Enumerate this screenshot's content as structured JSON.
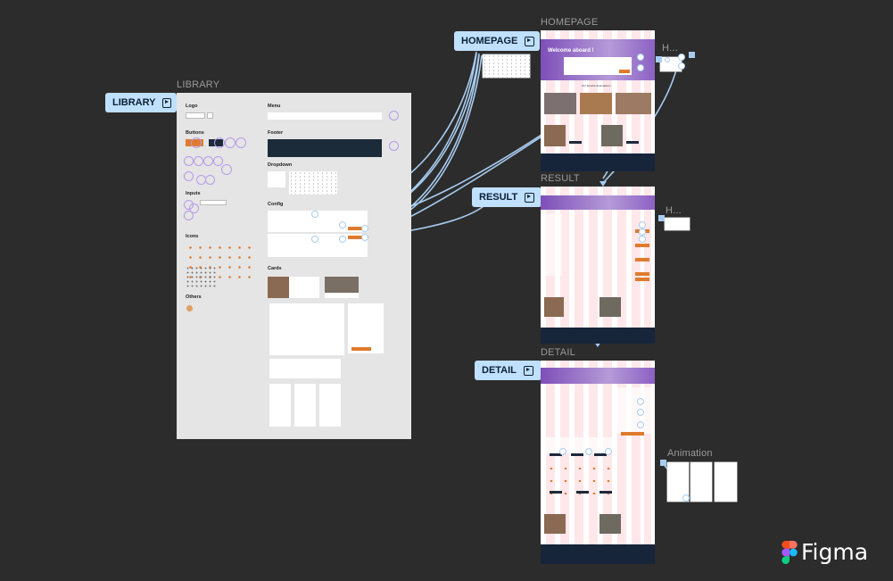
{
  "canvas": {
    "background": "#2c2c2c"
  },
  "frames": {
    "library": {
      "title": "LIBRARY"
    },
    "homepage": {
      "title": "HOMEPAGE"
    },
    "result": {
      "title": "RESULT"
    },
    "detail": {
      "title": "DETAIL"
    },
    "h1": {
      "title": "H..."
    },
    "h2": {
      "title": "H..."
    },
    "animation": {
      "title": "Animation"
    }
  },
  "flows": [
    {
      "name": "LIBRARY"
    },
    {
      "name": "HOMEPAGE"
    },
    {
      "name": "RESULT"
    },
    {
      "name": "DETAIL"
    }
  ],
  "library": {
    "sections": {
      "logo": "Logo",
      "buttons": "Buttons",
      "inputs": "Inputs",
      "icons": "Icons",
      "others": "Others",
      "menu": "Menu",
      "footer": "Footer",
      "dropdown": "Dropdown",
      "config": "Config",
      "cards": "Cards"
    }
  },
  "homepage": {
    "hero_title": "Welcome aboard !",
    "section_title": "Our favorite destinations"
  },
  "figma": {
    "wordmark": "Figma"
  },
  "colors": {
    "flow_chip": "#bfe0ff",
    "connector": "#a8ccf0",
    "accent": "#e07a2d",
    "hero": "#8c61c4",
    "dark": "#16253a"
  }
}
